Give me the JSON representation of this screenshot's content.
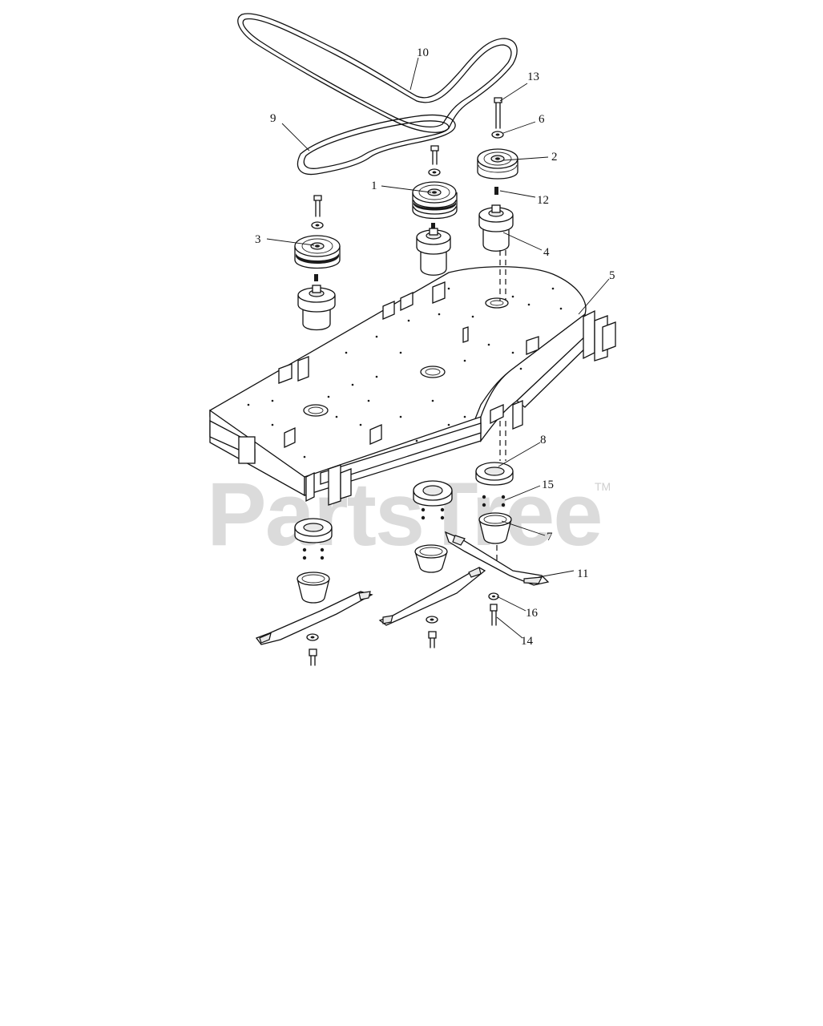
{
  "callouts": [
    {
      "id": "1",
      "label": "1"
    },
    {
      "id": "2",
      "label": "2"
    },
    {
      "id": "3",
      "label": "3"
    },
    {
      "id": "4",
      "label": "4"
    },
    {
      "id": "5",
      "label": "5"
    },
    {
      "id": "6",
      "label": "6"
    },
    {
      "id": "7",
      "label": "7"
    },
    {
      "id": "8",
      "label": "8"
    },
    {
      "id": "9",
      "label": "9"
    },
    {
      "id": "10",
      "label": "10"
    },
    {
      "id": "11",
      "label": "11"
    },
    {
      "id": "12",
      "label": "12"
    },
    {
      "id": "13",
      "label": "13"
    },
    {
      "id": "14",
      "label": "14"
    },
    {
      "id": "15",
      "label": "15"
    },
    {
      "id": "16",
      "label": "16"
    }
  ],
  "watermark": {
    "text": "PartsTree",
    "trademark": "TM"
  },
  "colors": {
    "line": "#111111",
    "background": "#ffffff",
    "watermark": "#cfcfcf"
  }
}
